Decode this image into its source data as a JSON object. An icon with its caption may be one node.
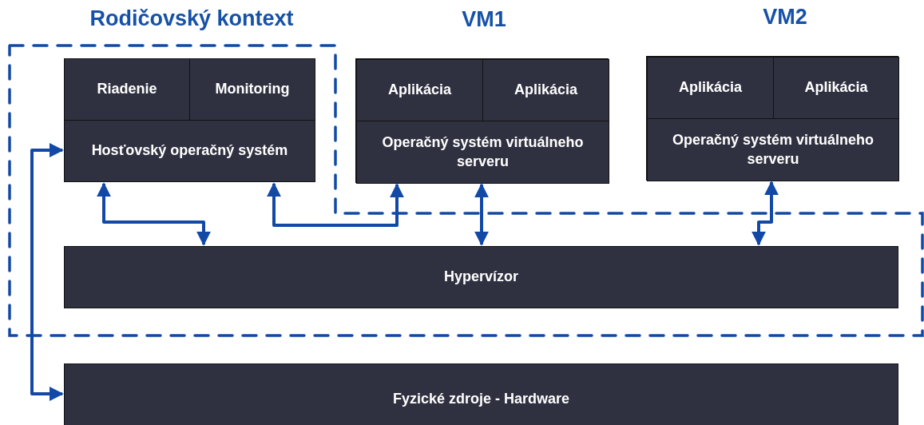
{
  "diagram": {
    "nodes": [
      {
        "text": [
          "Rodičovský kontext"
        ]
      },
      {
        "text": [
          "Riadenie"
        ],
        "in": 0
      },
      {
        "text": [
          "Monitoring"
        ],
        "in": 0
      },
      {
        "text": [
          "Hosťovský operačný systém"
        ],
        "in": 0
      },
      {
        "text": [
          "Hypervízor"
        ],
        "in": 0
      },
      {
        "text": [
          "VM1"
        ]
      },
      {
        "text": [
          "Aplikácia"
        ],
        "in": 5
      },
      {
        "text": [
          "Aplikácia"
        ],
        "in": 5
      },
      {
        "text": [
          "Operačný systém virtuálneho serveru"
        ],
        "in": 5
      },
      {
        "text": [
          "VM2"
        ]
      },
      {
        "text": [
          "Aplikácia"
        ],
        "in": 9
      },
      {
        "text": [
          "Aplikácia"
        ],
        "in": 9
      },
      {
        "text": [
          "Operačný systém virtuálneho serveru"
        ],
        "in": 9
      },
      {
        "text": [
          "Fyzické zdroje - Hardware"
        ]
      }
    ],
    "edges": [
      {
        "from": 3,
        "to": 4,
        "arrow": "both"
      },
      {
        "from": 3,
        "to": 8,
        "arrow": "both"
      },
      {
        "from": 8,
        "to": 4,
        "arrow": "both"
      },
      {
        "from": 12,
        "to": 4,
        "arrow": "both"
      },
      {
        "from": 3,
        "to": 13,
        "arrow": "both"
      }
    ]
  }
}
